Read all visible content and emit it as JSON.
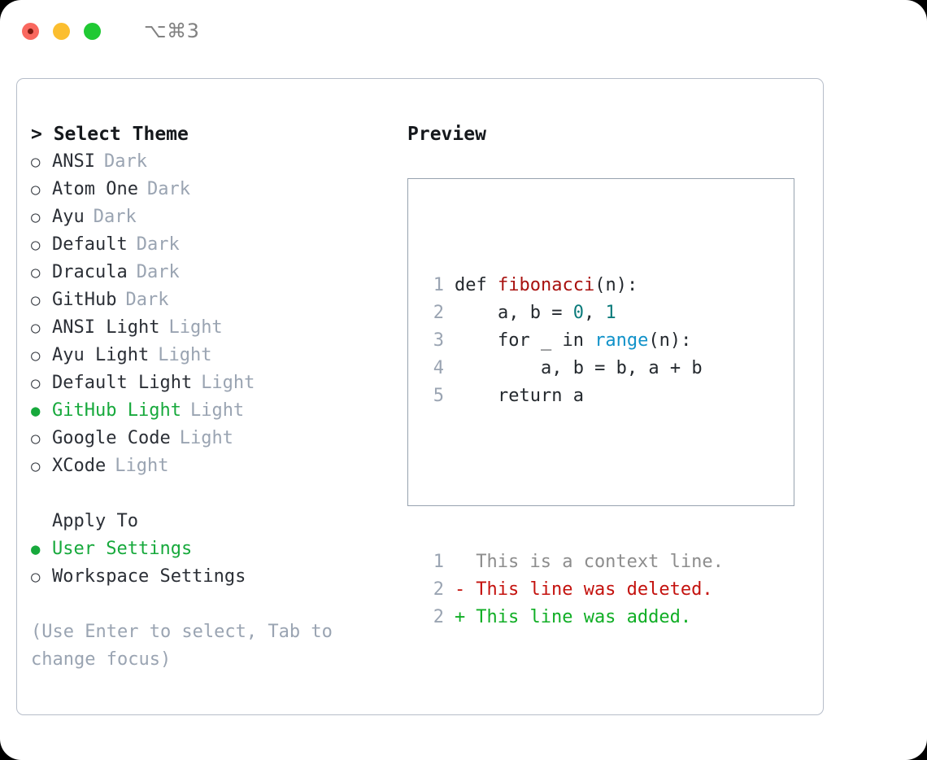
{
  "titlebar": {
    "shortcut": "⌥⌘3",
    "lights": [
      {
        "name": "close",
        "color": "#f9685f"
      },
      {
        "name": "minimize",
        "color": "#fbbe2f"
      },
      {
        "name": "zoom",
        "color": "#20c933"
      }
    ]
  },
  "theme_picker": {
    "header": "> Select Theme",
    "items": [
      {
        "marker": "○",
        "label": "ANSI",
        "variant": "Dark",
        "selected": false
      },
      {
        "marker": "○",
        "label": "Atom One",
        "variant": "Dark",
        "selected": false
      },
      {
        "marker": "○",
        "label": "Ayu",
        "variant": "Dark",
        "selected": false
      },
      {
        "marker": "○",
        "label": "Default",
        "variant": "Dark",
        "selected": false
      },
      {
        "marker": "○",
        "label": "Dracula",
        "variant": "Dark",
        "selected": false
      },
      {
        "marker": "○",
        "label": "GitHub",
        "variant": "Dark",
        "selected": false
      },
      {
        "marker": "○",
        "label": "ANSI Light",
        "variant": "Light",
        "selected": false
      },
      {
        "marker": "○",
        "label": "Ayu Light",
        "variant": "Light",
        "selected": false
      },
      {
        "marker": "○",
        "label": "Default Light",
        "variant": "Light",
        "selected": false
      },
      {
        "marker": "●",
        "label": "GitHub Light",
        "variant": "Light",
        "selected": true
      },
      {
        "marker": "○",
        "label": "Google Code",
        "variant": "Light",
        "selected": false
      },
      {
        "marker": "○",
        "label": "XCode",
        "variant": "Light",
        "selected": false
      }
    ]
  },
  "apply_to": {
    "header": "Apply To",
    "items": [
      {
        "marker": "●",
        "label": "User Settings",
        "selected": true
      },
      {
        "marker": "○",
        "label": "Workspace Settings",
        "selected": false
      }
    ]
  },
  "hint": "(Use Enter to select, Tab to change focus)",
  "preview": {
    "title": "Preview",
    "code_lines": [
      {
        "lineno": "1",
        "tokens": [
          {
            "text": "def ",
            "kind": "kw"
          },
          {
            "text": "fibonacci",
            "kind": "fn"
          },
          {
            "text": "(n):",
            "kind": "plain"
          }
        ]
      },
      {
        "lineno": "2",
        "tokens": [
          {
            "text": "    a, b = ",
            "kind": "plain"
          },
          {
            "text": "0",
            "kind": "num"
          },
          {
            "text": ", ",
            "kind": "plain"
          },
          {
            "text": "1",
            "kind": "num"
          }
        ]
      },
      {
        "lineno": "3",
        "tokens": [
          {
            "text": "    for _ in ",
            "kind": "plain"
          },
          {
            "text": "range",
            "kind": "builtin"
          },
          {
            "text": "(n):",
            "kind": "plain"
          }
        ]
      },
      {
        "lineno": "4",
        "tokens": [
          {
            "text": "        a, b = b, a + b",
            "kind": "plain"
          }
        ]
      },
      {
        "lineno": "5",
        "tokens": [
          {
            "text": "    return a",
            "kind": "plain"
          }
        ]
      }
    ],
    "diff_lines": [
      {
        "lineno": "1",
        "sign": " ",
        "text": " This is a context line.",
        "kind": "ctx"
      },
      {
        "lineno": "2",
        "sign": "-",
        "text": " This line was deleted.",
        "kind": "del"
      },
      {
        "lineno": "2",
        "sign": "+",
        "text": " This line was added.",
        "kind": "add"
      }
    ]
  },
  "colors": {
    "accent_green": "#17a93c",
    "muted": "#9aa4b2",
    "diff_add": "#10ae25",
    "diff_del": "#c4120e",
    "token_function": "#a8110f",
    "token_number": "#0b7b7b",
    "token_builtin": "#1192c9",
    "border": "#97a2af"
  }
}
